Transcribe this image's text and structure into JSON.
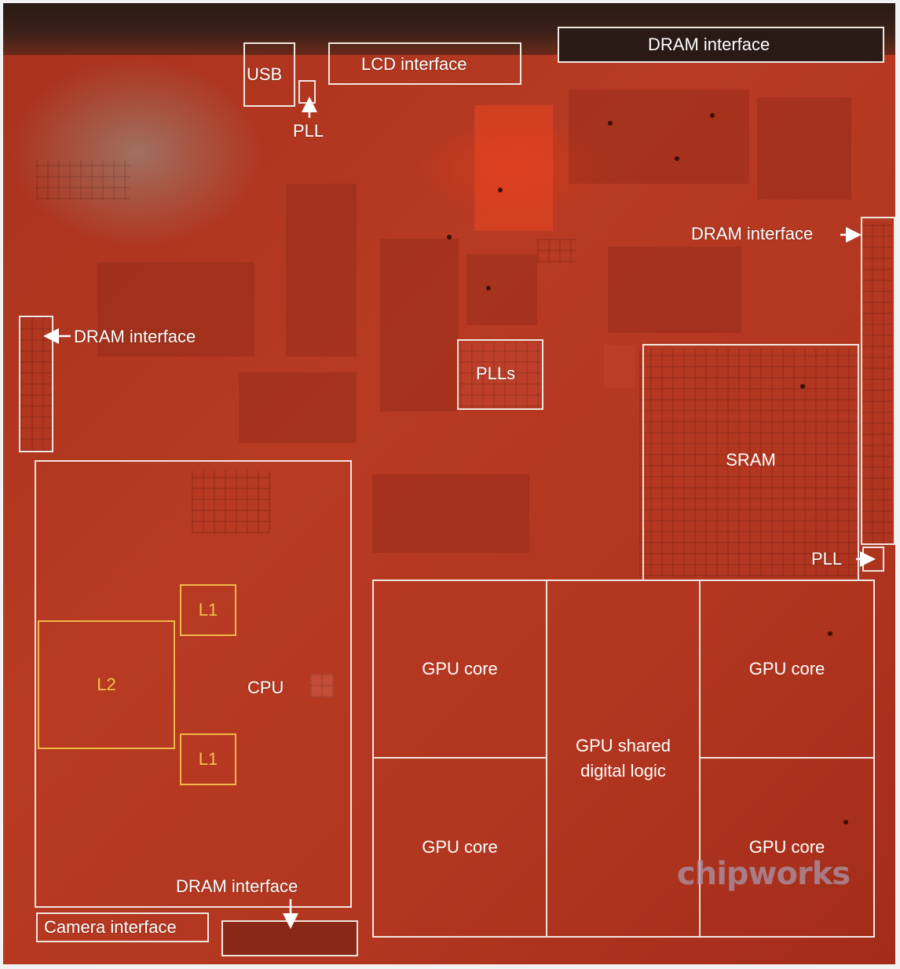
{
  "labels": {
    "usb": "USB",
    "lcd_interface": "LCD interface",
    "dram_interface_top": "DRAM interface",
    "pll_top": "PLL",
    "dram_interface_right": "DRAM interface",
    "dram_interface_left": "DRAM interface",
    "plls": "PLLs",
    "sram": "SRAM",
    "pll_right": "PLL",
    "l1_top": "L1",
    "l2": "L2",
    "cpu": "CPU",
    "l1_bottom": "L1",
    "gpu_core_top_left": "GPU core",
    "gpu_core_top_right": "GPU core",
    "gpu_shared_line1": "GPU shared",
    "gpu_shared_line2": "digital logic",
    "gpu_core_bottom_left": "GPU core",
    "gpu_core_bottom_right": "GPU core",
    "dram_interface_bottom": "DRAM interface",
    "camera_interface": "Camera interface"
  },
  "watermark": "chipworks",
  "colors": {
    "die": "#b23620",
    "outline": "#f0e6e0",
    "cache_outline": "#f2b84a"
  }
}
